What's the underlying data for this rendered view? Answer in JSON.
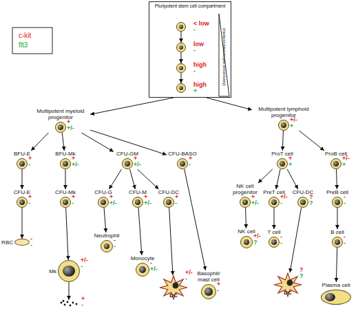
{
  "diagram": {
    "nodes": [
      {
        "text": [
          "Pluripotent stem cell compartment",
          "Quiescence/ self-renewal potential"
        ]
      },
      {
        "text": [
          "< low",
          "-"
        ],
        "in": 0
      },
      {
        "text": [
          "low",
          "-"
        ],
        "in": 0
      },
      {
        "text": [
          "high",
          "-"
        ],
        "in": 0
      },
      {
        "text": [
          "high",
          "+"
        ],
        "in": 0
      },
      {
        "text": [
          "Multipotent myeloid progenitor",
          "+",
          "+/-"
        ]
      },
      {
        "text": [
          "Multipotent lymphoid progenitor",
          "+/-",
          "+"
        ]
      },
      {
        "text": [
          "BFU-E",
          "+",
          "-"
        ]
      },
      {
        "text": [
          "BFU-Mk",
          "+",
          "+/-"
        ]
      },
      {
        "text": [
          "CFU-GM",
          "+",
          "+/-"
        ]
      },
      {
        "text": [
          "CFU-BASO",
          "+",
          "-"
        ]
      },
      {
        "text": [
          "ProT cell",
          "+",
          "+"
        ]
      },
      {
        "text": [
          "ProB cell",
          "+/-",
          "+"
        ]
      },
      {
        "text": [
          "CFU-E",
          "+",
          "-"
        ]
      },
      {
        "text": [
          "CFU-Mk",
          "+",
          "-"
        ]
      },
      {
        "text": [
          "CFU-G",
          "+",
          "+/-"
        ]
      },
      {
        "text": [
          "CFU-M",
          "+",
          "+/-"
        ]
      },
      {
        "text": [
          "CFU-DC",
          "+",
          "-"
        ]
      },
      {
        "text": [
          "NK cell progenitor",
          "+",
          "+/-"
        ]
      },
      {
        "text": [
          "PreT cell",
          "+/-",
          "-"
        ]
      },
      {
        "text": [
          "CFU-DC",
          "?",
          "?"
        ]
      },
      {
        "text": [
          "PreB cell",
          "-",
          "-"
        ]
      },
      {
        "text": [
          "RBC",
          "-",
          "-"
        ]
      },
      {
        "text": [
          "Neutrophil",
          "-",
          "-"
        ]
      },
      {
        "text": [
          "NK cell",
          "+/-",
          "?"
        ]
      },
      {
        "text": [
          "T cell",
          "-",
          "-"
        ]
      },
      {
        "text": [
          "B cell",
          "-",
          "-"
        ]
      },
      {
        "text": [
          "Mk",
          "+/-",
          "-"
        ]
      },
      {
        "text": [
          "Monocyte",
          "-",
          "+/-"
        ]
      },
      {
        "text": [
          "Basophil/ mast cell",
          "+",
          "-"
        ]
      },
      {
        "text": [
          "DC",
          "+/-",
          "-"
        ]
      },
      {
        "text": [
          "DC",
          "?",
          "?"
        ]
      },
      {
        "text": [
          "Plasma cell"
        ]
      },
      {
        "text": [
          "+",
          "-"
        ]
      }
    ],
    "edges": [
      {
        "from": 1,
        "to": 2,
        "arrow": "to"
      },
      {
        "from": 2,
        "to": 3,
        "arrow": "to"
      },
      {
        "from": 3,
        "to": 4,
        "arrow": "to"
      },
      {
        "from": 0,
        "to": 5,
        "arrow": "to"
      },
      {
        "from": 0,
        "to": 6,
        "arrow": "to"
      },
      {
        "from": 5,
        "to": 7,
        "arrow": "to"
      },
      {
        "from": 5,
        "to": 8,
        "arrow": "to"
      },
      {
        "from": 5,
        "to": 9,
        "arrow": "to"
      },
      {
        "from": 5,
        "to": 10,
        "arrow": "to"
      },
      {
        "from": 6,
        "to": 11,
        "arrow": "to"
      },
      {
        "from": 6,
        "to": 12,
        "arrow": "to"
      },
      {
        "from": 7,
        "to": 13,
        "arrow": "to"
      },
      {
        "from": 8,
        "to": 14,
        "arrow": "to"
      },
      {
        "from": 9,
        "to": 15,
        "arrow": "to"
      },
      {
        "from": 9,
        "to": 16,
        "arrow": "to"
      },
      {
        "from": 9,
        "to": 17,
        "arrow": "to"
      },
      {
        "from": 10,
        "to": 29,
        "arrow": "to"
      },
      {
        "from": 11,
        "to": 18,
        "arrow": "to"
      },
      {
        "from": 11,
        "to": 19,
        "arrow": "to"
      },
      {
        "from": 11,
        "to": 20,
        "arrow": "to"
      },
      {
        "from": 12,
        "to": 21,
        "arrow": "to"
      },
      {
        "from": 13,
        "to": 22,
        "arrow": "to"
      },
      {
        "from": 14,
        "to": 27,
        "arrow": "to"
      },
      {
        "from": 15,
        "to": 23,
        "arrow": "to"
      },
      {
        "from": 16,
        "to": 28,
        "arrow": "to"
      },
      {
        "from": 17,
        "to": 30,
        "arrow": "to"
      },
      {
        "from": 18,
        "to": 24,
        "arrow": "to"
      },
      {
        "from": 19,
        "to": 25,
        "arrow": "to"
      },
      {
        "from": 20,
        "to": 31,
        "arrow": "to"
      },
      {
        "from": 21,
        "to": 26,
        "arrow": "to"
      },
      {
        "from": 26,
        "to": 32,
        "arrow": "to"
      },
      {
        "from": 27,
        "to": 33,
        "arrow": "to"
      }
    ],
    "legend": [
      {
        "text": "c-kit",
        "color": "#e02020"
      },
      {
        "text": "flt3",
        "color": "#22a83a"
      }
    ]
  }
}
